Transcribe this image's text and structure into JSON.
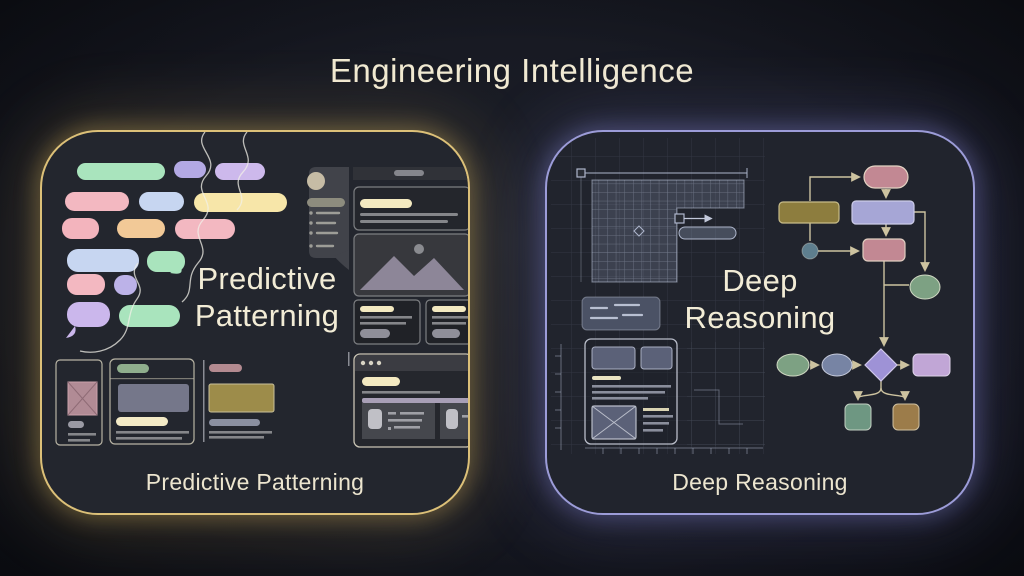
{
  "title": "Engineering Intelligence",
  "title_color": "#f1ead3",
  "background_color": "#14171e",
  "panels": {
    "left": {
      "label_line1": "Predictive",
      "label_line2": "Patterning",
      "caption": "Predictive Patterning",
      "accent_color": "#dcc078",
      "glow_color": "#e6c06a",
      "background_color": "#23262e",
      "icons": [
        "chat-bubbles-icon",
        "thread-lines-icon",
        "sidebar-wireframe-icon",
        "mountain-image-placeholder-icon",
        "card-wireframes-icon",
        "browser-window-icon"
      ]
    },
    "right": {
      "label_line1": "Deep",
      "label_line2": "Reasoning",
      "caption": "Deep Reasoning",
      "accent_color": "#9c9cd8",
      "glow_color": "#8e8ee0",
      "background_color": "#21242d",
      "icons": [
        "blueprint-grid-icon",
        "dimension-handles-icon",
        "ruler-ticks-icon",
        "crossed-image-placeholder-icon",
        "flowchart-icon"
      ]
    }
  },
  "bubble_colors": [
    "#a9e4bd",
    "#b3a9e4",
    "#cdb9ec",
    "#f3b8c1",
    "#c7d6f1",
    "#f7e6a9",
    "#f2c997"
  ],
  "flowchart_node_colors": {
    "start_pill": "#c28893",
    "olive_step": "#8d7d3e",
    "purple_step": "#a6a6d6",
    "pink_step": "#c28893",
    "teal_dot": "#5e7e8e",
    "green_ellipse": "#7da183",
    "slate_ellipse": "#7784a4",
    "decision_diamond": "#9e92d6",
    "lilac_result": "#c1a6d6",
    "green_end": "#6e9782",
    "brown_end": "#9c7c4a",
    "connector": "#cdc3a0"
  }
}
